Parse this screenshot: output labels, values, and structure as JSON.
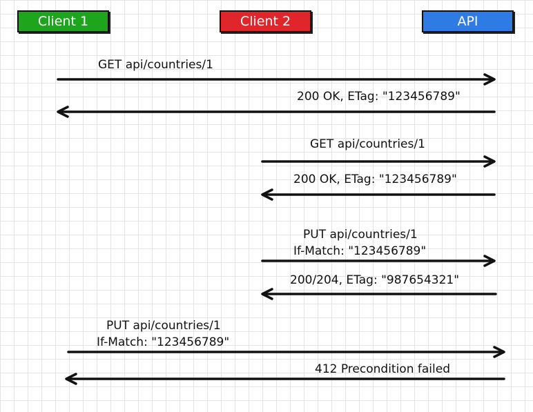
{
  "participants": {
    "client1": {
      "label": "Client 1",
      "color": "#1ea51e"
    },
    "client2": {
      "label": "Client 2",
      "color": "#e0262a"
    },
    "api": {
      "label": "API",
      "color": "#2f7be6"
    }
  },
  "messages": [
    {
      "id": "m1",
      "from": "client1",
      "to": "api",
      "lines": [
        "GET api/countries/1"
      ]
    },
    {
      "id": "m2",
      "from": "api",
      "to": "client1",
      "lines": [
        "200 OK, ETag: \"123456789\""
      ]
    },
    {
      "id": "m3",
      "from": "client2",
      "to": "api",
      "lines": [
        "GET api/countries/1"
      ]
    },
    {
      "id": "m4",
      "from": "api",
      "to": "client2",
      "lines": [
        "200 OK, ETag: \"123456789\""
      ]
    },
    {
      "id": "m5",
      "from": "client2",
      "to": "api",
      "lines": [
        "PUT api/countries/1",
        "If-Match: \"123456789\""
      ]
    },
    {
      "id": "m6",
      "from": "api",
      "to": "client2",
      "lines": [
        "200/204, ETag: \"987654321\""
      ]
    },
    {
      "id": "m7",
      "from": "client1",
      "to": "api",
      "lines": [
        "PUT api/countries/1",
        "If-Match: \"123456789\""
      ]
    },
    {
      "id": "m8",
      "from": "api",
      "to": "client1",
      "lines": [
        "412  Precondition failed"
      ]
    }
  ]
}
